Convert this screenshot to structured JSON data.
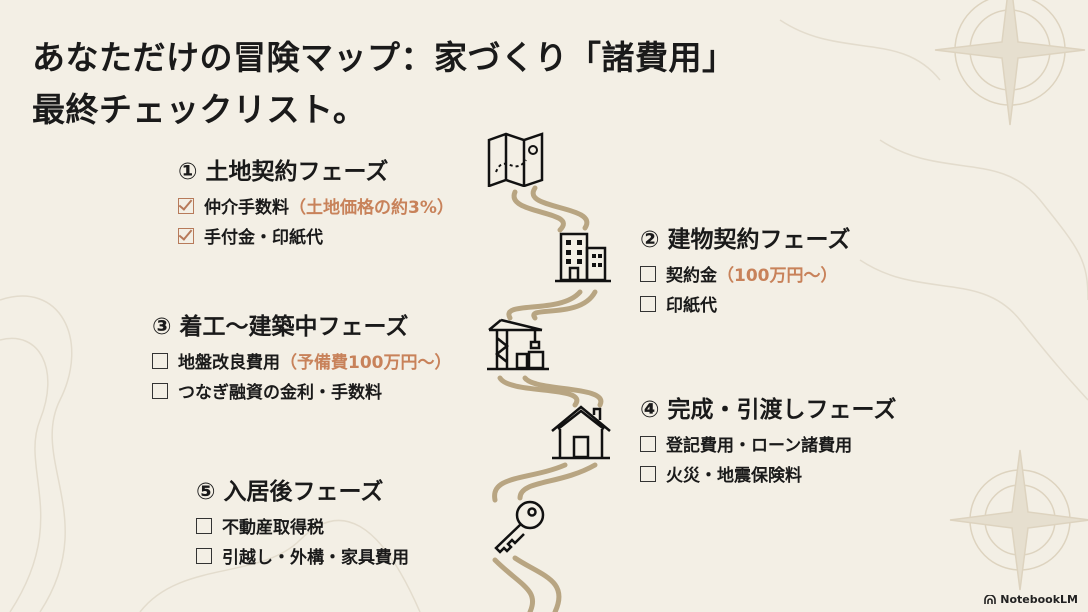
{
  "title": {
    "line1": "あなただけの冒険マップ：家づくり「諸費用」",
    "line2": "最終チェックリスト。"
  },
  "phases": [
    {
      "heading": "① 土地契約フェーズ",
      "items": [
        {
          "label": "仲介手数料",
          "note": "（土地価格の約3%）",
          "checked": true
        },
        {
          "label": "手付金・印紙代",
          "note": "",
          "checked": true
        }
      ]
    },
    {
      "heading": "② 建物契約フェーズ",
      "items": [
        {
          "label": "契約金",
          "note": "（100万円～）",
          "checked": false
        },
        {
          "label": "印紙代",
          "note": "",
          "checked": false
        }
      ]
    },
    {
      "heading": "③ 着工～建築中フェーズ",
      "items": [
        {
          "label": "地盤改良費用",
          "note": "（予備費100万円～）",
          "checked": false
        },
        {
          "label": "つなぎ融資の金利・手数料",
          "note": "",
          "checked": false
        }
      ]
    },
    {
      "heading": "④ 完成・引渡しフェーズ",
      "items": [
        {
          "label": "登記費用・ローン諸費用",
          "note": "",
          "checked": false
        },
        {
          "label": "火災・地震保険料",
          "note": "",
          "checked": false
        }
      ]
    },
    {
      "heading": "⑤ 入居後フェーズ",
      "items": [
        {
          "label": "不動産取得税",
          "note": "",
          "checked": false
        },
        {
          "label": "引越し・外構・家具費用",
          "note": "",
          "checked": false
        }
      ]
    }
  ],
  "branding": {
    "logo": "NotebookLM"
  },
  "colors": {
    "accent": "#c8825a",
    "path": "#b8a582",
    "background": "#f3efe5"
  }
}
